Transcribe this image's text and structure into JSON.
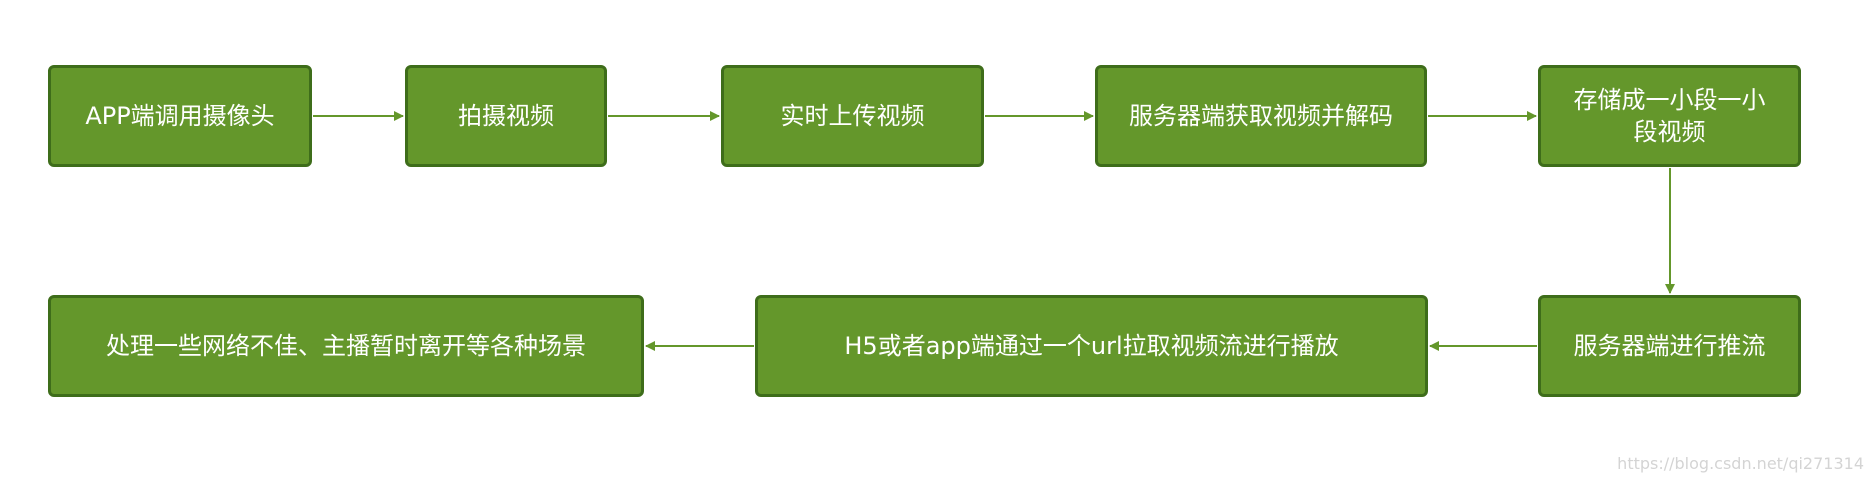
{
  "diagram": {
    "colors": {
      "node_fill": "#64972b",
      "node_border": "#3e6d1a",
      "arrow": "#64972b",
      "text": "#ffffff"
    },
    "nodes": {
      "n1": "APP端调用摄像头",
      "n2": "拍摄视频",
      "n3": "实时上传视频",
      "n4": "服务器端获取视频并解码",
      "n5_line1": "存储成一小段一小",
      "n5_line2": "段视频",
      "n6": "服务器端进行推流",
      "n7": "H5或者app端通过一个url拉取视频流进行播放",
      "n8": "处理一些网络不佳、主播暂时离开等各种场景"
    }
  },
  "watermark": "https://blog.csdn.net/qi271314"
}
